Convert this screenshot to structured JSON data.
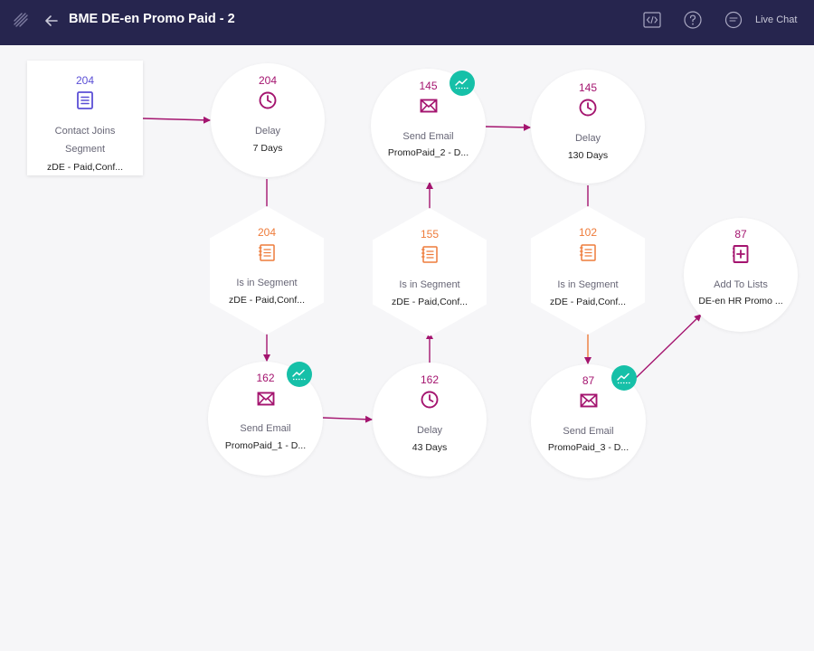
{
  "header": {
    "title": "BME DE-en Promo Paid - 2",
    "live_chat": "Live Chat"
  },
  "colors": {
    "header_bg": "#26254e",
    "trigger": "#5b4fd6",
    "action": "#a4146f",
    "condition": "#ee7b3a",
    "badge": "#16c0a8"
  },
  "workflow": {
    "trigger": {
      "count": "204",
      "label_line1": "Contact Joins",
      "label_line2": "Segment",
      "detail": "zDE - Paid,Conf..."
    },
    "delay_1": {
      "count": "204",
      "label": "Delay",
      "detail": "7 Days"
    },
    "segment_1": {
      "count": "204",
      "label": "Is in Segment",
      "detail": "zDE - Paid,Conf..."
    },
    "email_1": {
      "count": "162",
      "label": "Send Email",
      "detail": "PromoPaid_1 - D..."
    },
    "delay_2": {
      "count": "162",
      "label": "Delay",
      "detail": "43 Days"
    },
    "segment_2": {
      "count": "155",
      "label": "Is in Segment",
      "detail": "zDE - Paid,Conf..."
    },
    "email_2": {
      "count": "145",
      "label": "Send Email",
      "detail": "PromoPaid_2 - D..."
    },
    "delay_3": {
      "count": "145",
      "label": "Delay",
      "detail": "130 Days"
    },
    "segment_3": {
      "count": "102",
      "label": "Is in Segment",
      "detail": "zDE - Paid,Conf..."
    },
    "email_3": {
      "count": "87",
      "label": "Send Email",
      "detail": "PromoPaid_3 - D..."
    },
    "add_to_lists": {
      "count": "87",
      "label": "Add To Lists",
      "detail": "DE-en HR Promo ..."
    }
  }
}
